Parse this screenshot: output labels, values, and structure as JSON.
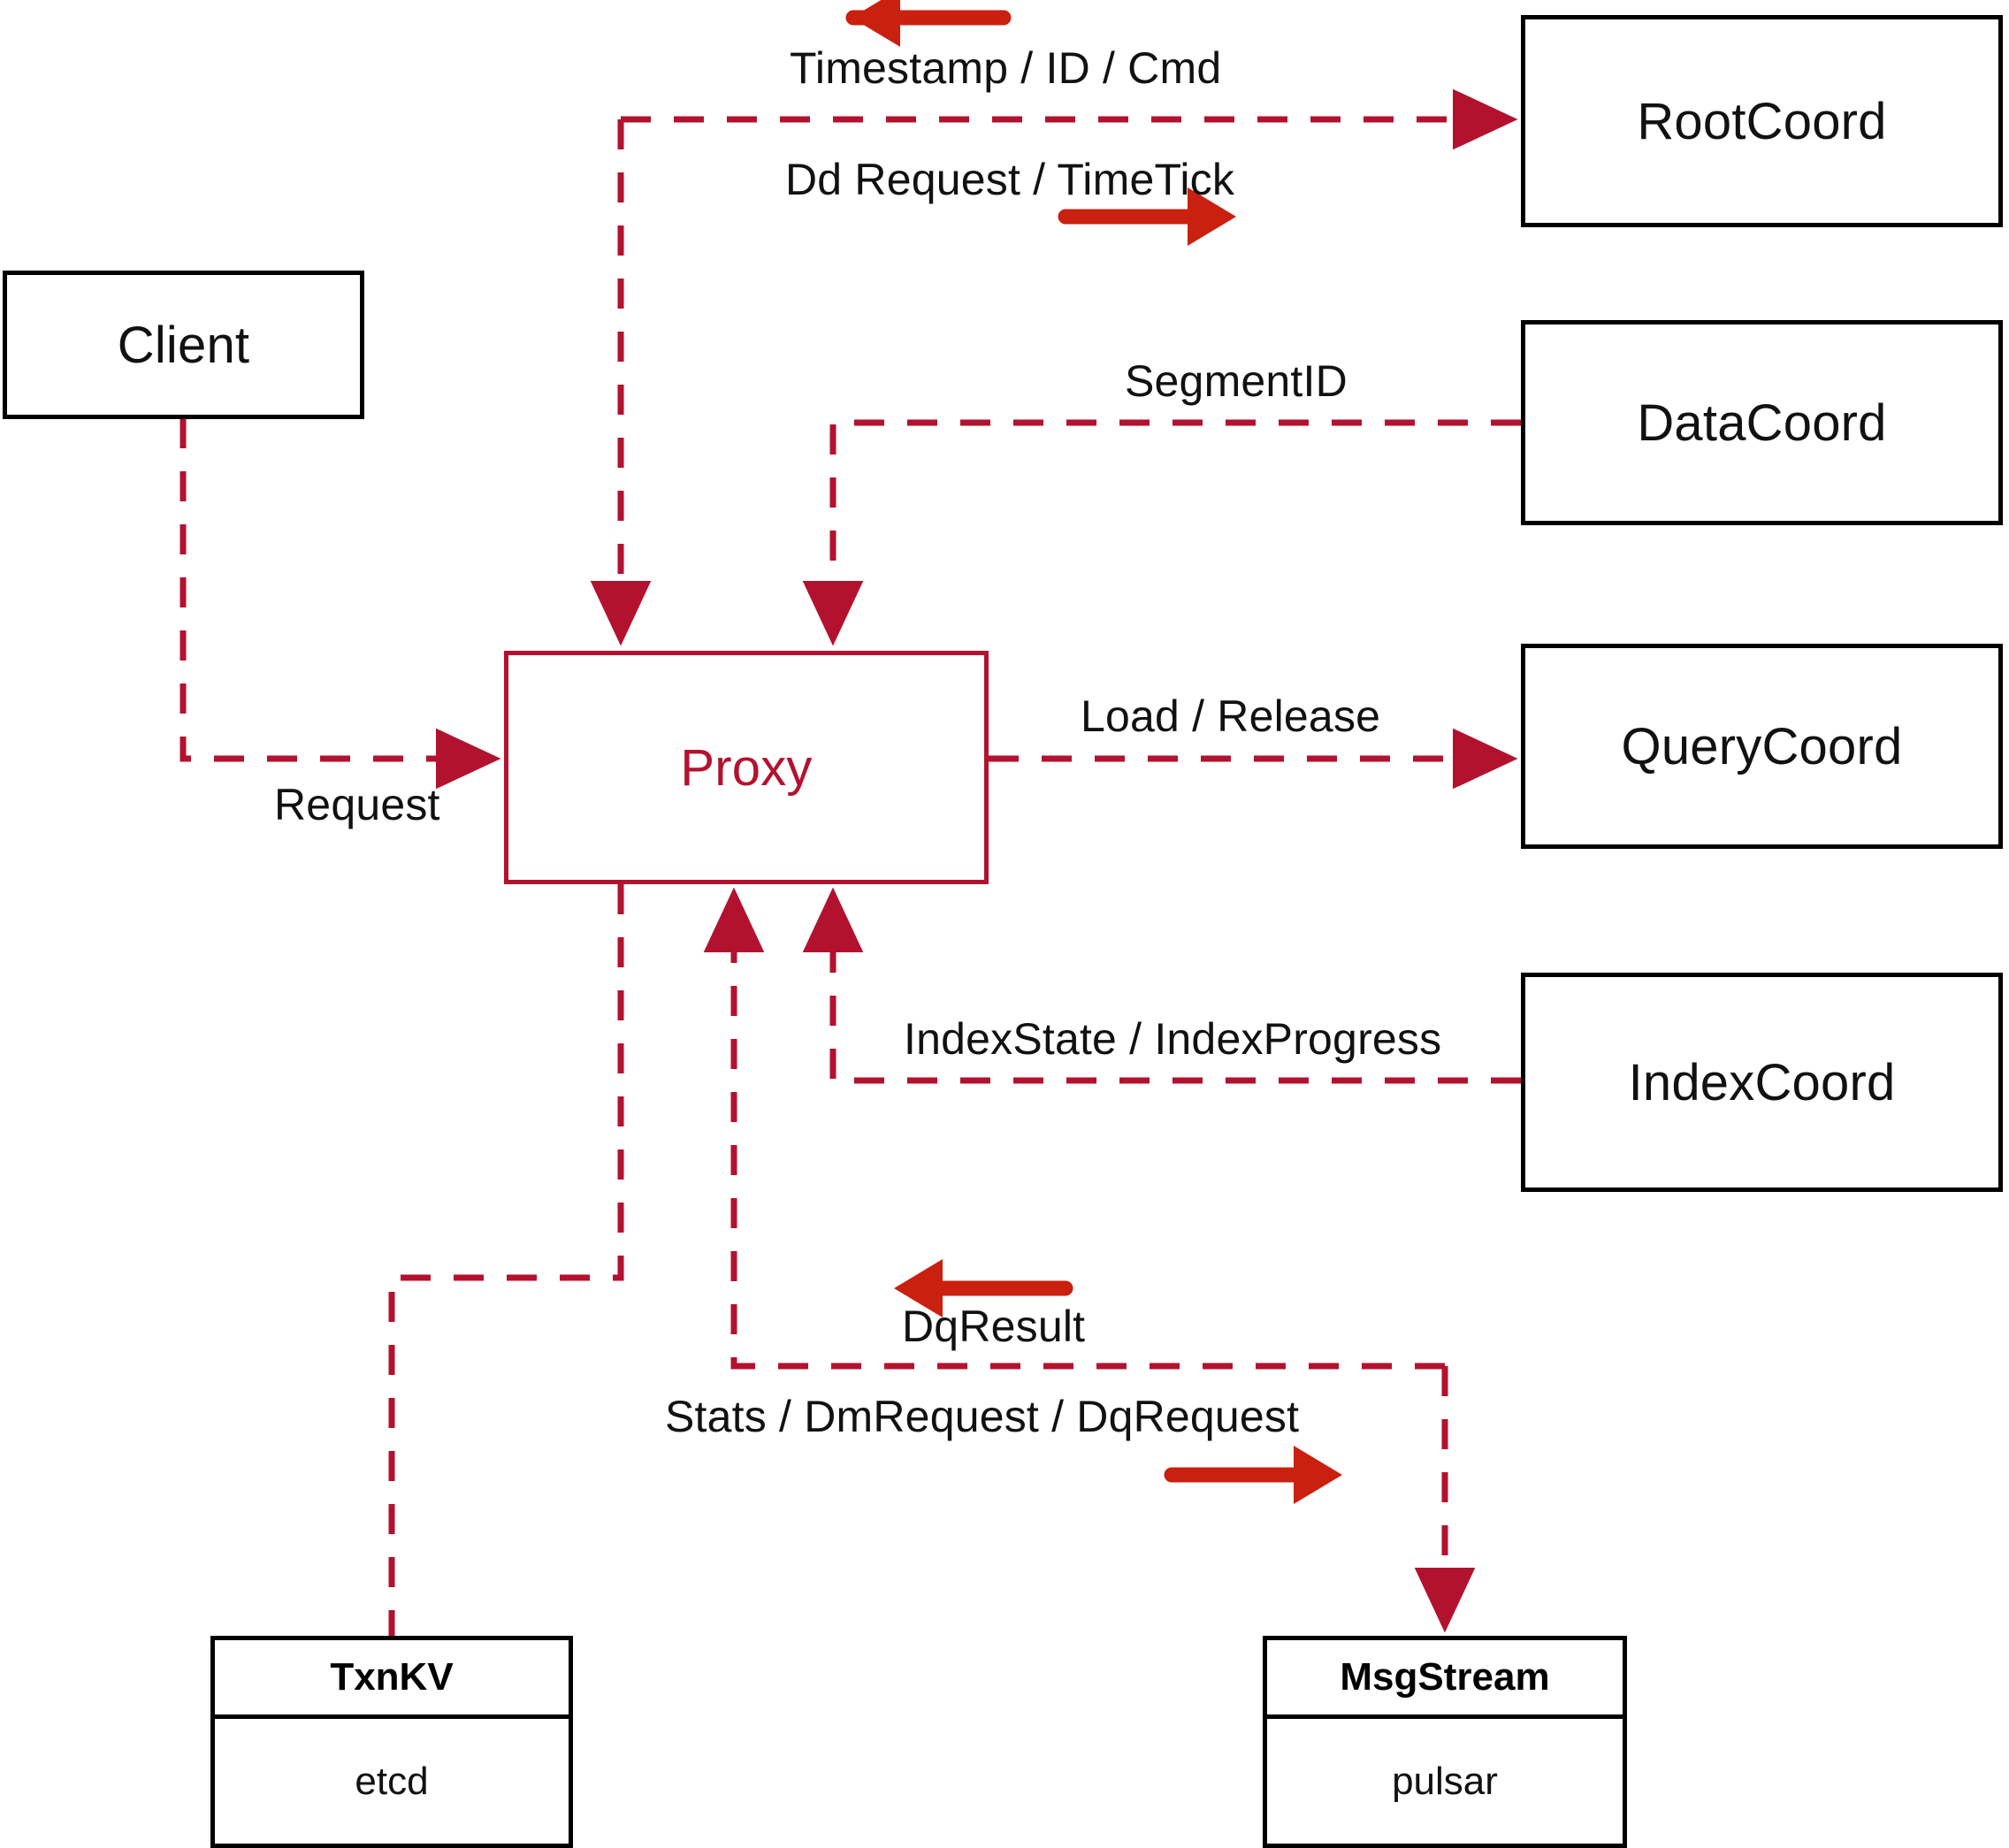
{
  "diagram": {
    "title": "Milvus Proxy component interaction diagram",
    "colors": {
      "wire": "#b3122f",
      "direction_arrow": "#c9200f",
      "box_border": "#000000",
      "proxy_border": "#b3122f",
      "proxy_text": "#b3122f",
      "text": "#111111",
      "background": "#ffffff"
    },
    "nodes": [
      {
        "id": "client",
        "label": "Client",
        "style": "plain"
      },
      {
        "id": "proxy",
        "label": "Proxy",
        "style": "highlight"
      },
      {
        "id": "rootcoord",
        "label": "RootCoord",
        "style": "plain"
      },
      {
        "id": "datacoord",
        "label": "DataCoord",
        "style": "plain"
      },
      {
        "id": "querycoord",
        "label": "QueryCoord",
        "style": "plain"
      },
      {
        "id": "indexcoord",
        "label": "IndexCoord",
        "style": "plain"
      }
    ],
    "stores": [
      {
        "id": "txnkv",
        "header": "TxnKV",
        "body": "etcd"
      },
      {
        "id": "msgstream",
        "header": "MsgStream",
        "body": "pulsar"
      }
    ],
    "edge_labels": [
      {
        "id": "timestamp-id-cmd",
        "text": "Timestamp / ID / Cmd",
        "direction": "left"
      },
      {
        "id": "dd-request-timetick",
        "text": "Dd Request / TimeTick",
        "direction": "right"
      },
      {
        "id": "segmentid",
        "text": "SegmentID",
        "direction": "left"
      },
      {
        "id": "load-release",
        "text": "Load / Release",
        "direction": "right"
      },
      {
        "id": "indexstate-progress",
        "text": "IndexState / IndexProgress",
        "direction": "left"
      },
      {
        "id": "request",
        "text": "Request",
        "direction": "right"
      },
      {
        "id": "dqresult",
        "text": "DqResult",
        "direction": "left"
      },
      {
        "id": "stats-dm-dq",
        "text": "Stats / DmRequest / DqRequest",
        "direction": "right"
      }
    ]
  }
}
